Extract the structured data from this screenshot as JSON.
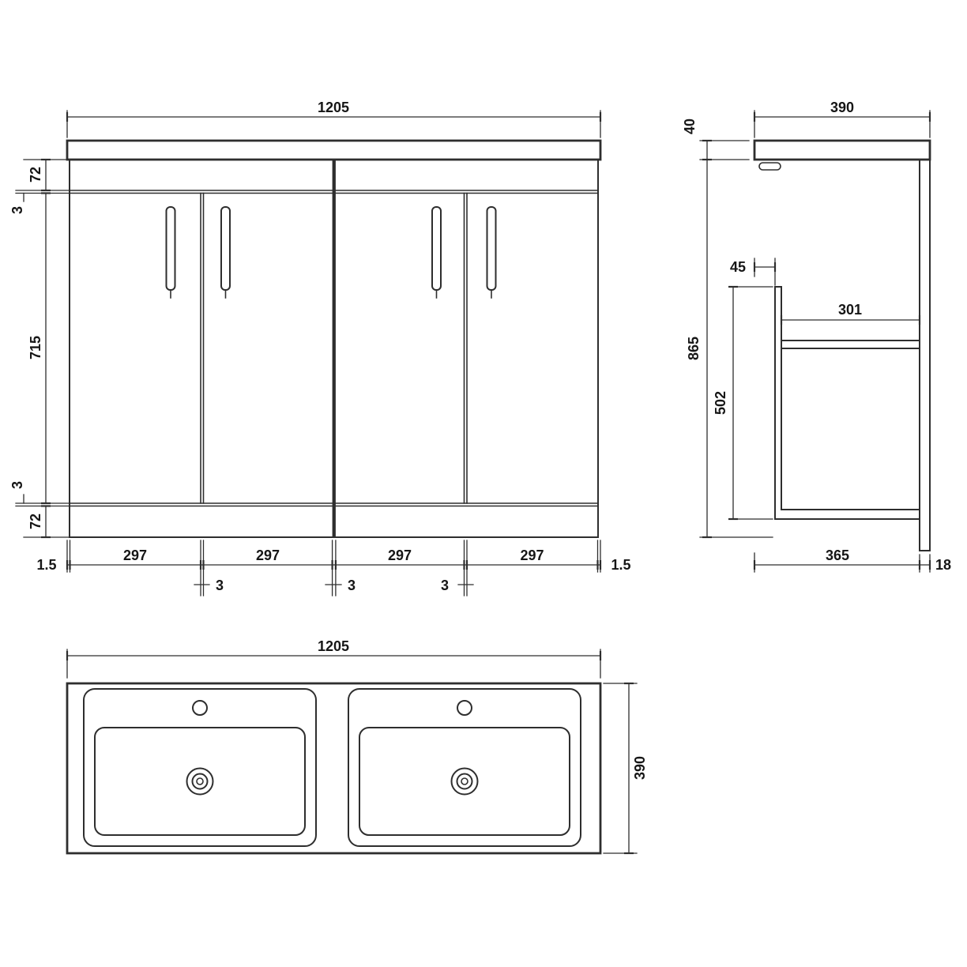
{
  "colors": {
    "ink": "#2e2e2e",
    "background": "#ffffff"
  },
  "drawing": {
    "front_view": {
      "overall_width": "1205",
      "left_dims": {
        "worktop_to_rail": "72",
        "top_gap": "3",
        "door_height": "715",
        "bottom_gap": "3",
        "plinth": "72"
      },
      "bottom_dims": {
        "edge_left": "1.5",
        "door_1": "297",
        "gap_1": "3",
        "door_2": "297",
        "gap_2": "3",
        "door_3": "297",
        "gap_3": "3",
        "door_4": "297",
        "edge_right": "1.5"
      }
    },
    "side_view": {
      "overall_depth": "390",
      "worktop_thickness": "40",
      "overall_height": "865",
      "front_inset": "45",
      "internal_depth": "301",
      "internal_height": "502",
      "base_depth": "365",
      "back_panel_thickness": "18"
    },
    "plan_view": {
      "overall_width": "1205",
      "overall_depth": "390"
    }
  }
}
